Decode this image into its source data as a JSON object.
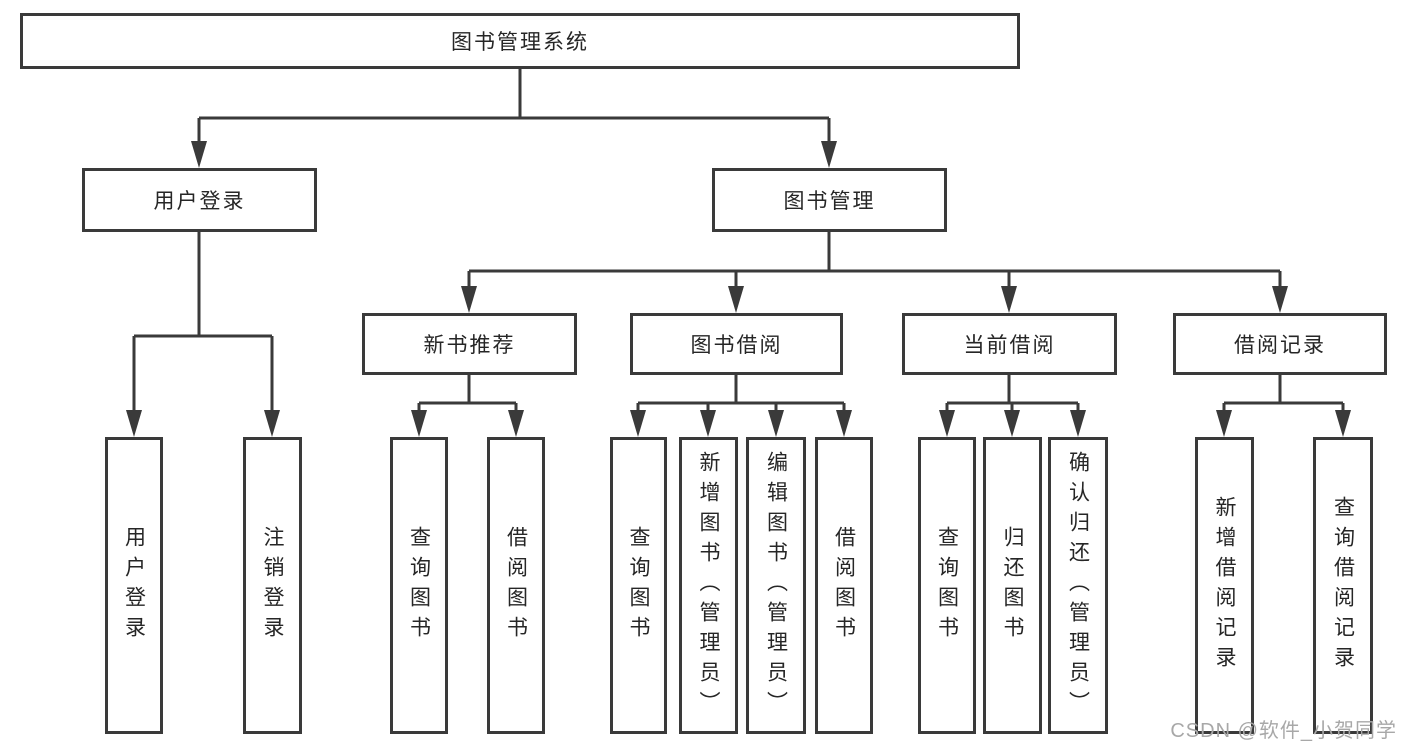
{
  "nodes": {
    "root": "图书管理系统",
    "user_login": {
      "label": "用户登录",
      "children": [
        "用户登录",
        "注销登录"
      ]
    },
    "book_mgmt": {
      "label": "图书管理",
      "sub": [
        {
          "label": "新书推荐",
          "children": [
            "查询图书",
            "借阅图书"
          ]
        },
        {
          "label": "图书借阅",
          "children": [
            "查询图书",
            "新增图书（管理员）",
            "编辑图书（管理员）",
            "借阅图书"
          ]
        },
        {
          "label": "当前借阅",
          "children": [
            "查询图书",
            "归还图书",
            "确认归还（管理员）"
          ]
        },
        {
          "label": "借阅记录",
          "children": [
            "新增借阅记录",
            "查询借阅记录"
          ]
        }
      ]
    }
  },
  "watermark": "CSDN @软件_小贺同学",
  "colors": {
    "line": "#3a3a3a",
    "text": "#262626",
    "watermark": "#a8a8a8",
    "background": "#ffffff"
  }
}
